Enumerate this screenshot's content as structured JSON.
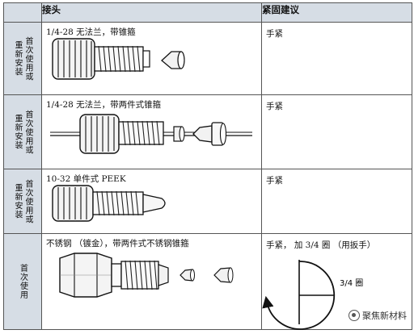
{
  "header": {
    "fitting_col": "接头",
    "tighten_col": "紧固建议"
  },
  "rows": [
    {
      "side": "首次使用或\n重新安装",
      "fitting": "1/4-28 无法兰，带锥箍",
      "tighten": "手紧"
    },
    {
      "side": "首次使用或\n重新安装",
      "fitting": "1/4-28 无法兰，带两件式锥箍",
      "tighten": "手紧"
    },
    {
      "side": "首次使用或\n重新安装",
      "fitting": "10-32 单件式 PEEK",
      "tighten": "手紧"
    },
    {
      "side": "首次使用",
      "fitting": "不锈钢 （镀金），带两件式不锈钢锥箍",
      "tighten": "手紧， 加 3/4 圈 （用扳手）"
    }
  ],
  "turn_diagram": {
    "label": "3/4 圈",
    "turn_fraction": 0.75
  },
  "watermark": {
    "text": "聚焦新材料"
  }
}
